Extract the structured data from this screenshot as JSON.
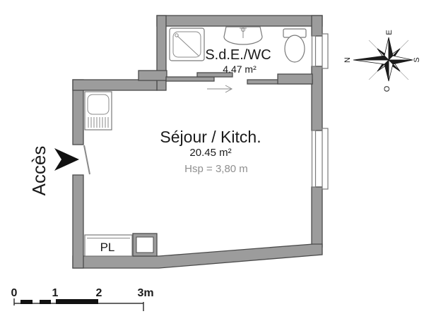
{
  "plan": {
    "bathroom": {
      "name": "S.d.E./WC",
      "area": "4.47 m²"
    },
    "living": {
      "name": "Séjour / Kitch.",
      "area": "20.45 m²",
      "ceiling_height": "Hsp = 3,80 m"
    },
    "closet": {
      "label": "PL"
    },
    "entrance": {
      "label": "Accès"
    }
  },
  "compass": {
    "north": "N",
    "east": "E",
    "south": "S",
    "west": "O"
  },
  "scale_bar": {
    "labels": [
      "0",
      "1",
      "2",
      "3m"
    ]
  },
  "colors": {
    "wall": "#9c9c9c",
    "wall_outline": "#4b4b4b",
    "text": "#1a1a1a",
    "muted_text": "#8f8f8f",
    "background": "#ffffff"
  },
  "fixtures": {
    "shower": "shower-tray",
    "washbasin": "washbasin",
    "toilet": "toilet",
    "kitchen_sink": "kitchen-sink-with-drainer",
    "sliding_door": "sliding-door",
    "entry_door": "entry-door-leaf",
    "duct": "duct-shaft",
    "windows": "double-line-windows"
  }
}
